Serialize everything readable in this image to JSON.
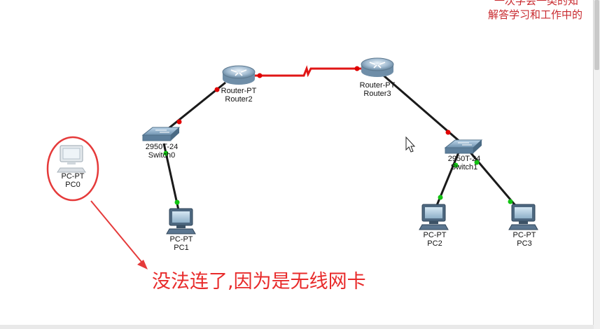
{
  "overlay": {
    "line1": "一次学会一类的知",
    "line2": "解答学习和工作中的"
  },
  "devices": {
    "router2": {
      "model": "Router-PT",
      "name": "Router2"
    },
    "router3": {
      "model": "Router-PT",
      "name": "Router3"
    },
    "switch0": {
      "model": "2950T-24",
      "name": "Switch0"
    },
    "switch1": {
      "model": "2950T-24",
      "name": "Switch1"
    },
    "pc0": {
      "model": "PC-PT",
      "name": "PC0"
    },
    "pc1": {
      "model": "PC-PT",
      "name": "PC1"
    },
    "pc2": {
      "model": "PC-PT",
      "name": "PC2"
    },
    "pc3": {
      "model": "PC-PT",
      "name": "PC3"
    }
  },
  "annotation": {
    "text": "没法连了,因为是无线网卡",
    "color": "#e82b2b"
  },
  "colors": {
    "cable": "#1a1a1a",
    "serial_link": "#e01515",
    "port_down": "#e00000",
    "port_up": "#12c312",
    "highlight": "#e53a3a"
  }
}
